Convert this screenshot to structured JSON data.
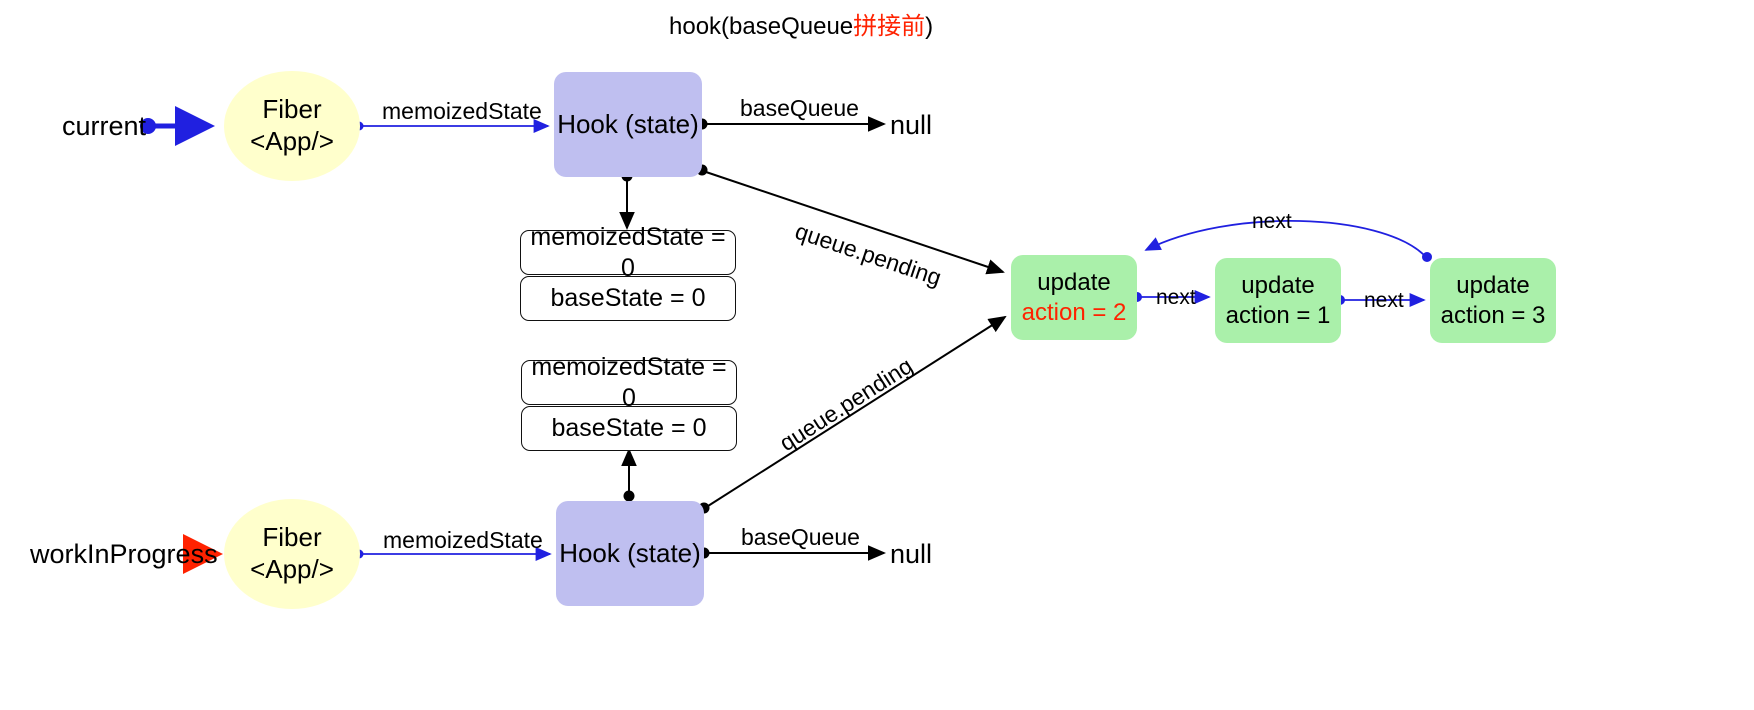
{
  "title": {
    "prefix": "hook(baseQueue",
    "highlight": "拼接前",
    "suffix": ")"
  },
  "colors": {
    "fiber_fill": "#ffffcc",
    "hook_fill": "#bfbff0",
    "update_fill": "#aaf0aa",
    "blue_edge": "#2020e0",
    "red_accent": "#ff2200",
    "black_edge": "#000000",
    "state_box_fill": "#ffffff"
  },
  "entry_points": [
    {
      "id": "current",
      "label": "current",
      "arrow_color": "blue"
    },
    {
      "id": "workInProgress",
      "label": "workInProgress",
      "arrow_color": "red"
    }
  ],
  "fibers": [
    {
      "id": "fiber-current",
      "line1": "Fiber",
      "line2": "<App/>"
    },
    {
      "id": "fiber-wip",
      "line1": "Fiber",
      "line2": "<App/>"
    }
  ],
  "hooks": [
    {
      "id": "hook-current",
      "label": "Hook (state)"
    },
    {
      "id": "hook-wip",
      "label": "Hook (state)"
    }
  ],
  "state_groups": [
    {
      "id": "state-current",
      "rows": [
        {
          "label": "memoizedState = 0"
        },
        {
          "label": "baseState = 0"
        }
      ]
    },
    {
      "id": "state-wip",
      "rows": [
        {
          "label": "memoizedState = 0"
        },
        {
          "label": "baseState = 0"
        }
      ]
    }
  ],
  "updates": [
    {
      "id": "update-2",
      "line1": "update",
      "line2": "action = 2",
      "action_highlight": true
    },
    {
      "id": "update-1",
      "line1": "update",
      "line2": "action = 1",
      "action_highlight": false
    },
    {
      "id": "update-3",
      "line1": "update",
      "line2": "action = 3",
      "action_highlight": false
    }
  ],
  "terminals": [
    {
      "id": "null-current",
      "label": "null"
    },
    {
      "id": "null-wip",
      "label": "null"
    }
  ],
  "edge_labels": {
    "memoized_state_top": "memoizedState",
    "memoized_state_bottom": "memoizedState",
    "base_queue_top": "baseQueue",
    "base_queue_bottom": "baseQueue",
    "queue_pending_top": "queue.pending",
    "queue_pending_bottom": "queue.pending",
    "next_1": "next",
    "next_2": "next",
    "next_wrap": "next"
  }
}
